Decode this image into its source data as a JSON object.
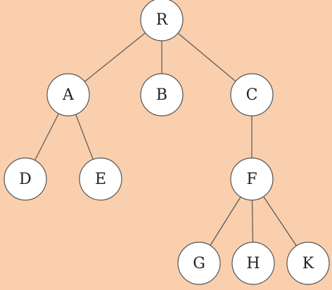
{
  "diagram": {
    "type": "tree",
    "background_color": "#f9cfae",
    "node_fill": "#ffffff",
    "node_stroke": "#555555",
    "edge_color": "#555555",
    "label_color": "#222222",
    "nodes": [
      {
        "id": "R",
        "label": "R"
      },
      {
        "id": "A",
        "label": "A"
      },
      {
        "id": "B",
        "label": "B"
      },
      {
        "id": "C",
        "label": "C"
      },
      {
        "id": "D",
        "label": "D"
      },
      {
        "id": "E",
        "label": "E"
      },
      {
        "id": "F",
        "label": "F"
      },
      {
        "id": "G",
        "label": "G"
      },
      {
        "id": "H",
        "label": "H"
      },
      {
        "id": "K",
        "label": "K"
      }
    ],
    "edges": [
      {
        "from": "R",
        "to": "A"
      },
      {
        "from": "R",
        "to": "B"
      },
      {
        "from": "R",
        "to": "C"
      },
      {
        "from": "A",
        "to": "D"
      },
      {
        "from": "A",
        "to": "E"
      },
      {
        "from": "C",
        "to": "F"
      },
      {
        "from": "F",
        "to": "G"
      },
      {
        "from": "F",
        "to": "H"
      },
      {
        "from": "F",
        "to": "K"
      }
    ]
  }
}
